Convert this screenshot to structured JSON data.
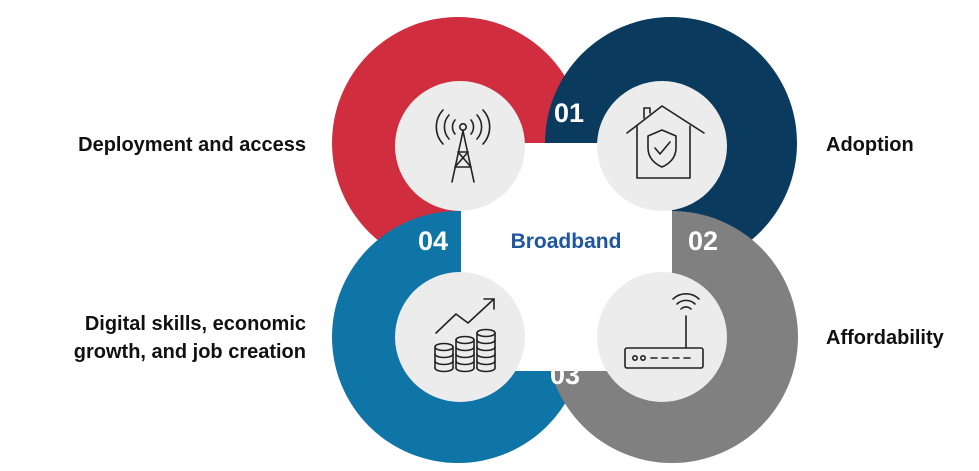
{
  "center_label": "Broadband",
  "colors": {
    "red": "#d02e3e",
    "navy": "#0a3a5e",
    "gray": "#808080",
    "blue": "#0e75a6",
    "circle_fill": "#ececec",
    "center_text": "#1f56a0"
  },
  "segments": [
    {
      "number": "01",
      "label": "Deployment and access",
      "icon": "cell-tower-icon"
    },
    {
      "number": "02",
      "label": "Adoption",
      "icon": "home-shield-icon"
    },
    {
      "number": "03",
      "label": "Affordability",
      "icon": "router-icon"
    },
    {
      "number": "04",
      "label_lines": [
        "Digital skills, economic",
        "growth, and job creation"
      ],
      "icon": "coins-growth-icon"
    }
  ]
}
